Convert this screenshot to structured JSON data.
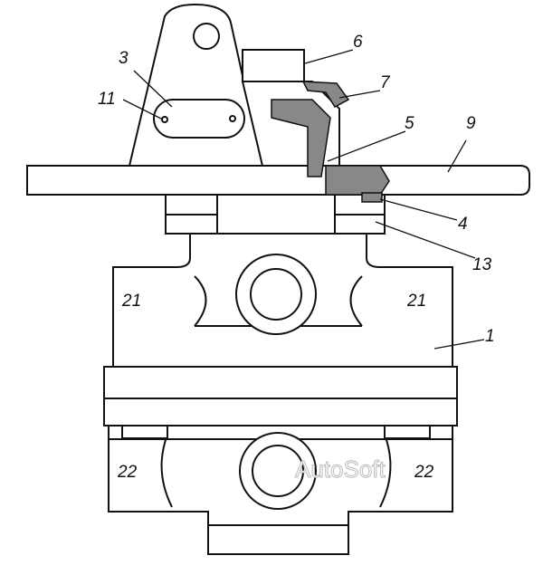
{
  "diagram": {
    "labels": {
      "l3": "3",
      "l11": "11",
      "l6": "6",
      "l7": "7",
      "l5": "5",
      "l9": "9",
      "l4": "4",
      "l13": "13",
      "l21a": "21",
      "l21b": "21",
      "l1": "1",
      "l22a": "22",
      "l22b": "22"
    },
    "watermark": "AutoSoft"
  }
}
